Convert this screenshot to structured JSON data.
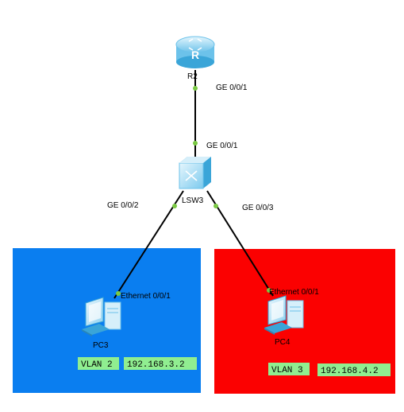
{
  "colors": {
    "vlan2_zone": "#0a7ef0",
    "vlan3_zone": "#fb0101",
    "tag_bg": "#90ee90",
    "link": "#000000",
    "port_dot": "#7ac943",
    "device_light": "#d6effa",
    "device_mid": "#8fd1f0",
    "device_dark": "#3aa5d8"
  },
  "devices": {
    "router": {
      "name": "R2",
      "icon": "router-icon",
      "icon_letter": "R"
    },
    "switch": {
      "name": "LSW3",
      "icon": "switch-icon"
    },
    "pc3": {
      "name": "PC3",
      "icon": "pc-icon"
    },
    "pc4": {
      "name": "PC4",
      "icon": "pc-icon"
    }
  },
  "ports": {
    "r2_uplink": "GE 0/0/1",
    "lsw3_uplink": "GE 0/0/1",
    "lsw3_to_pc3": "GE 0/0/2",
    "lsw3_to_pc4": "GE 0/0/3",
    "pc3_eth": "Ethernet 0/0/1",
    "pc4_eth": "Ethernet 0/0/1"
  },
  "zones": {
    "vlan2": {
      "vlan": "VLAN 2",
      "ip": "192.168.3.2"
    },
    "vlan3": {
      "vlan": "VLAN 3",
      "ip": "192.168.4.2"
    }
  }
}
